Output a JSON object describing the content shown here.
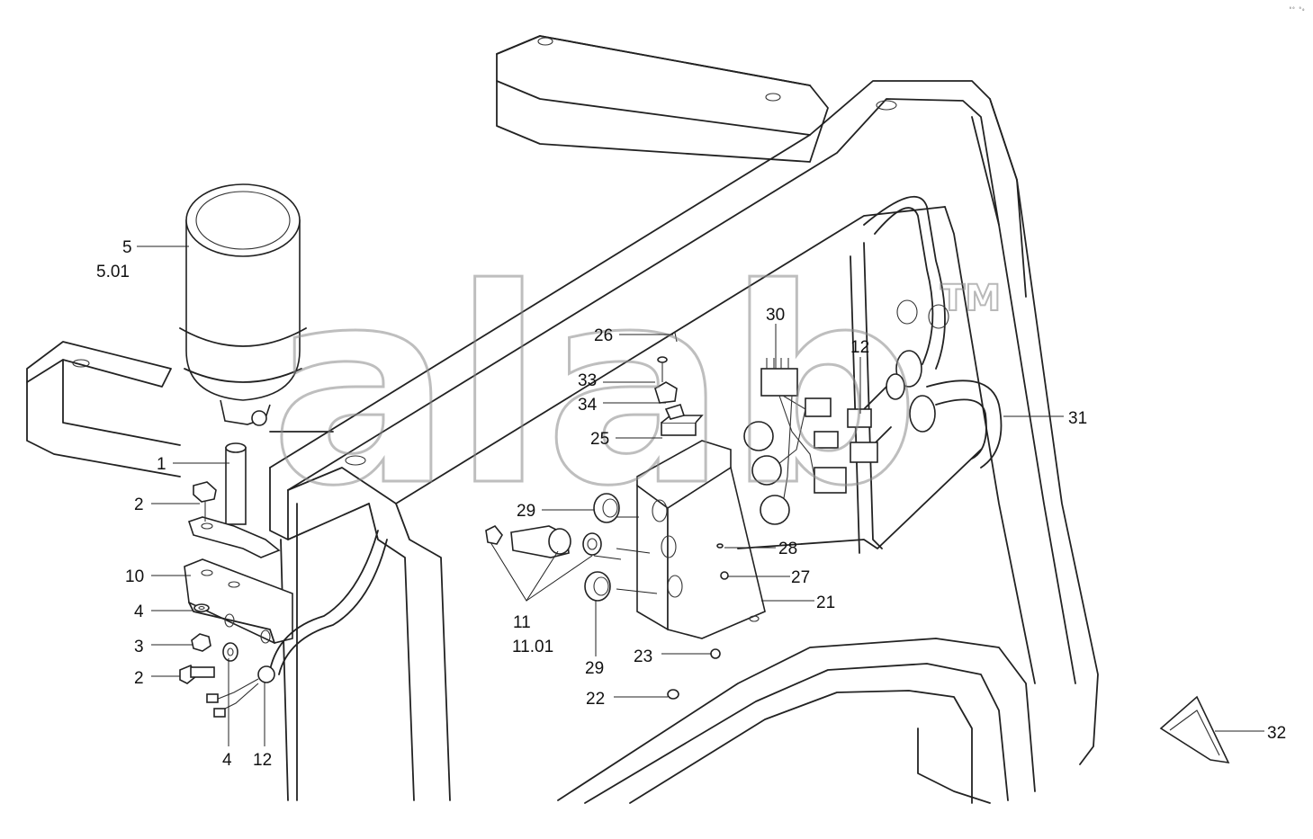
{
  "watermark": {
    "text": "alab",
    "trademark": "TM"
  },
  "corner_mark": "⁰⁰ ⁰₀",
  "callouts": [
    {
      "id": "c5",
      "text": "5"
    },
    {
      "id": "c501",
      "text": "5.01"
    },
    {
      "id": "c1",
      "text": "1"
    },
    {
      "id": "c2a",
      "text": "2"
    },
    {
      "id": "c10",
      "text": "10"
    },
    {
      "id": "c4a",
      "text": "4"
    },
    {
      "id": "c3",
      "text": "3"
    },
    {
      "id": "c2b",
      "text": "2"
    },
    {
      "id": "c4b",
      "text": "4"
    },
    {
      "id": "c12a",
      "text": "12"
    },
    {
      "id": "c26",
      "text": "26"
    },
    {
      "id": "c33",
      "text": "33"
    },
    {
      "id": "c34",
      "text": "34"
    },
    {
      "id": "c25",
      "text": "25"
    },
    {
      "id": "c29a",
      "text": "29"
    },
    {
      "id": "c11",
      "text": "11"
    },
    {
      "id": "c1101",
      "text": "11.01"
    },
    {
      "id": "c29b",
      "text": "29"
    },
    {
      "id": "c23",
      "text": "23"
    },
    {
      "id": "c22",
      "text": "22"
    },
    {
      "id": "c28",
      "text": "28"
    },
    {
      "id": "c27",
      "text": "27"
    },
    {
      "id": "c21",
      "text": "21"
    },
    {
      "id": "c30",
      "text": "30"
    },
    {
      "id": "c12b",
      "text": "12"
    },
    {
      "id": "c31",
      "text": "31"
    },
    {
      "id": "c32",
      "text": "32"
    }
  ]
}
